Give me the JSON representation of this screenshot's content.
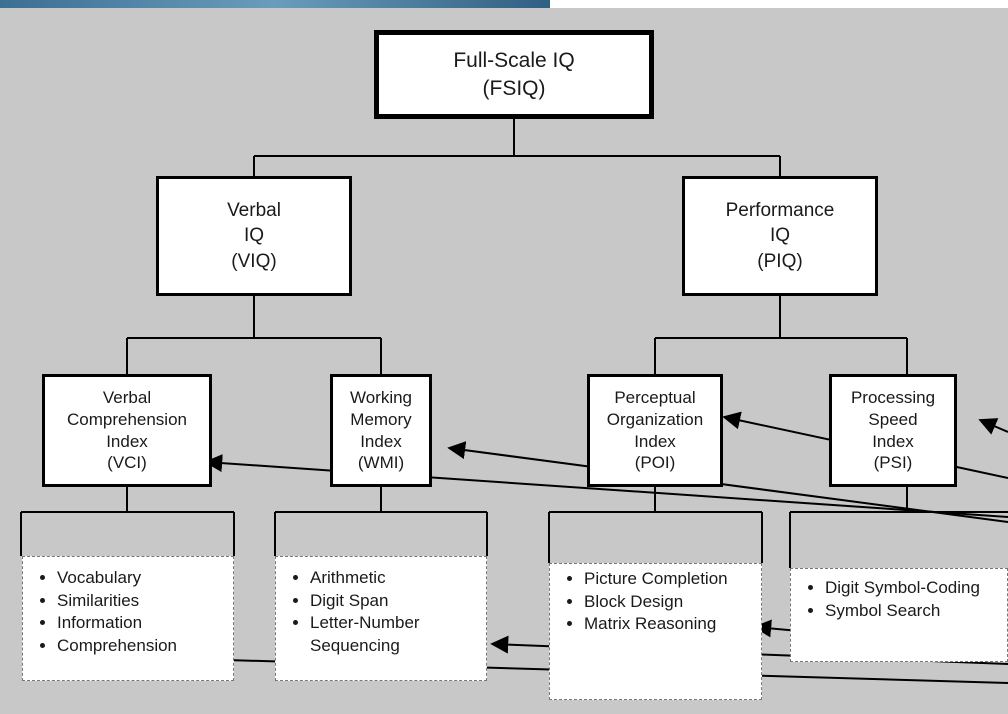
{
  "nodes": {
    "fsiq": "Full-Scale IQ\n(FSIQ)",
    "viq": "Verbal\nIQ\n(VIQ)",
    "piq": "Performance\nIQ\n(PIQ)",
    "vci": "Verbal\nComprehension\nIndex\n(VCI)",
    "wmi": "Working\nMemory\nIndex\n(WMI)",
    "poi": "Perceptual\nOrganization\nIndex\n(POI)",
    "psi": "Processing\nSpeed\nIndex\n(PSI)"
  },
  "subtests": {
    "vci": [
      "Vocabulary",
      "Similarities",
      "Information",
      "Comprehension"
    ],
    "wmi": [
      "Arithmetic",
      "Digit Span",
      "Letter-Number Sequencing"
    ],
    "poi": [
      "Picture Completion",
      "Block Design",
      "Matrix Reasoning"
    ],
    "psi": [
      "Digit Symbol-Coding",
      "Symbol Search"
    ]
  }
}
